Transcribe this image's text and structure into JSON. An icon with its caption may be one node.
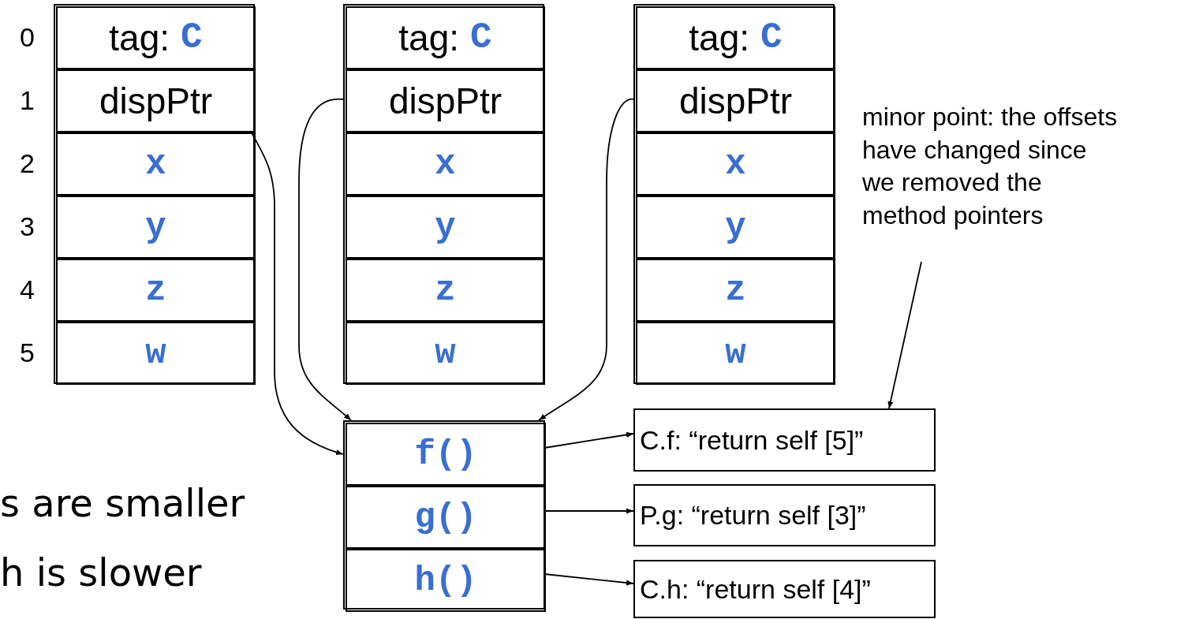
{
  "diagram": {
    "nodes": [
      {
        "text": [],
        "shape": "box"
      },
      {
        "text": [
          "tag:",
          "C"
        ],
        "in": 0
      },
      {
        "text": [
          "dispPtr"
        ],
        "in": 0
      },
      {
        "text": [
          "x"
        ],
        "in": 0
      },
      {
        "text": [
          "y"
        ],
        "in": 0
      },
      {
        "text": [
          "z"
        ],
        "in": 0
      },
      {
        "text": [
          "w"
        ],
        "in": 0
      },
      {
        "text": [],
        "shape": "box"
      },
      {
        "text": [
          "tag:",
          "C"
        ],
        "in": 7
      },
      {
        "text": [
          "dispPtr"
        ],
        "in": 7
      },
      {
        "text": [
          "x"
        ],
        "in": 7
      },
      {
        "text": [
          "y"
        ],
        "in": 7
      },
      {
        "text": [
          "z"
        ],
        "in": 7
      },
      {
        "text": [
          "w"
        ],
        "in": 7
      },
      {
        "text": [],
        "shape": "box"
      },
      {
        "text": [
          "tag:",
          "C"
        ],
        "in": 14
      },
      {
        "text": [
          "dispPtr"
        ],
        "in": 14
      },
      {
        "text": [
          "x"
        ],
        "in": 14
      },
      {
        "text": [
          "y"
        ],
        "in": 14
      },
      {
        "text": [
          "z"
        ],
        "in": 14
      },
      {
        "text": [
          "w"
        ],
        "in": 14
      },
      {
        "text": [
          "minor point: the offsets have changed since we removed the method pointers"
        ]
      },
      {
        "text": [],
        "shape": "box"
      },
      {
        "text": [
          "f()"
        ],
        "in": 22
      },
      {
        "text": [
          "g()"
        ],
        "in": 22
      },
      {
        "text": [
          "h()"
        ],
        "in": 22
      },
      {
        "text": [
          "C.f: “return self [5]”"
        ]
      },
      {
        "text": [
          "P.g: “return self [3]”"
        ]
      },
      {
        "text": [
          "C.h: “return self [4]”"
        ]
      }
    ],
    "edges": [
      {
        "from": 2,
        "to": 22,
        "arrow": "to"
      },
      {
        "from": 9,
        "to": 22,
        "arrow": "to"
      },
      {
        "from": 16,
        "to": 22,
        "arrow": "to"
      },
      {
        "from": 23,
        "to": 26,
        "arrow": "to"
      },
      {
        "from": 24,
        "to": 27,
        "arrow": "to"
      },
      {
        "from": 25,
        "to": 28,
        "arrow": "to"
      },
      {
        "from": 21,
        "to": 26,
        "arrow": "to"
      }
    ],
    "labels": [
      "0",
      "1",
      "2",
      "3",
      "4",
      "5",
      "s are smaller",
      "h is slower"
    ]
  }
}
